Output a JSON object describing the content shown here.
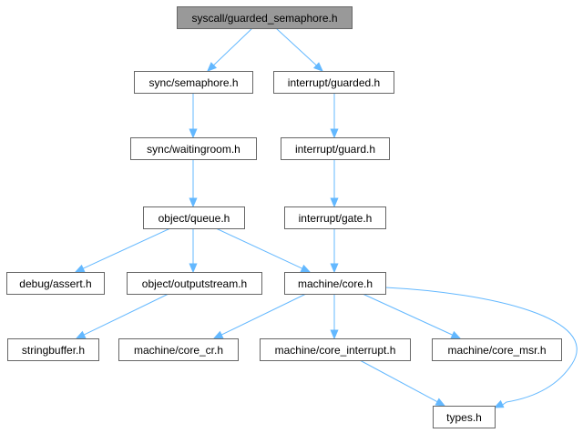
{
  "diagram": {
    "type": "include-dependency-graph",
    "colors": {
      "edge": "#63b8ff",
      "node_border": "#666666",
      "root_fill": "#999999",
      "node_fill": "#ffffff"
    },
    "nodes": [
      {
        "id": "root",
        "label": "syscall/guarded_semaphore.h",
        "root": true
      },
      {
        "id": "sync_semaphore",
        "label": "sync/semaphore.h"
      },
      {
        "id": "interrupt_guarded",
        "label": "interrupt/guarded.h"
      },
      {
        "id": "sync_waitingroom",
        "label": "sync/waitingroom.h"
      },
      {
        "id": "interrupt_guard",
        "label": "interrupt/guard.h"
      },
      {
        "id": "object_queue",
        "label": "object/queue.h"
      },
      {
        "id": "interrupt_gate",
        "label": "interrupt/gate.h"
      },
      {
        "id": "debug_assert",
        "label": "debug/assert.h"
      },
      {
        "id": "object_outputstream",
        "label": "object/outputstream.h"
      },
      {
        "id": "machine_core",
        "label": "machine/core.h"
      },
      {
        "id": "stringbuffer",
        "label": "stringbuffer.h"
      },
      {
        "id": "machine_core_cr",
        "label": "machine/core_cr.h"
      },
      {
        "id": "machine_core_interrupt",
        "label": "machine/core_interrupt.h"
      },
      {
        "id": "machine_core_msr",
        "label": "machine/core_msr.h"
      },
      {
        "id": "types",
        "label": "types.h"
      }
    ],
    "edges": [
      {
        "from": "root",
        "to": "sync_semaphore"
      },
      {
        "from": "root",
        "to": "interrupt_guarded"
      },
      {
        "from": "sync_semaphore",
        "to": "sync_waitingroom"
      },
      {
        "from": "sync_waitingroom",
        "to": "object_queue"
      },
      {
        "from": "interrupt_guarded",
        "to": "interrupt_guard"
      },
      {
        "from": "interrupt_guard",
        "to": "interrupt_gate"
      },
      {
        "from": "object_queue",
        "to": "debug_assert"
      },
      {
        "from": "object_queue",
        "to": "object_outputstream"
      },
      {
        "from": "object_queue",
        "to": "machine_core"
      },
      {
        "from": "interrupt_gate",
        "to": "machine_core"
      },
      {
        "from": "object_outputstream",
        "to": "stringbuffer"
      },
      {
        "from": "machine_core",
        "to": "machine_core_cr"
      },
      {
        "from": "machine_core",
        "to": "machine_core_interrupt"
      },
      {
        "from": "machine_core",
        "to": "machine_core_msr"
      },
      {
        "from": "machine_core",
        "to": "types"
      },
      {
        "from": "machine_core_interrupt",
        "to": "types"
      }
    ]
  }
}
